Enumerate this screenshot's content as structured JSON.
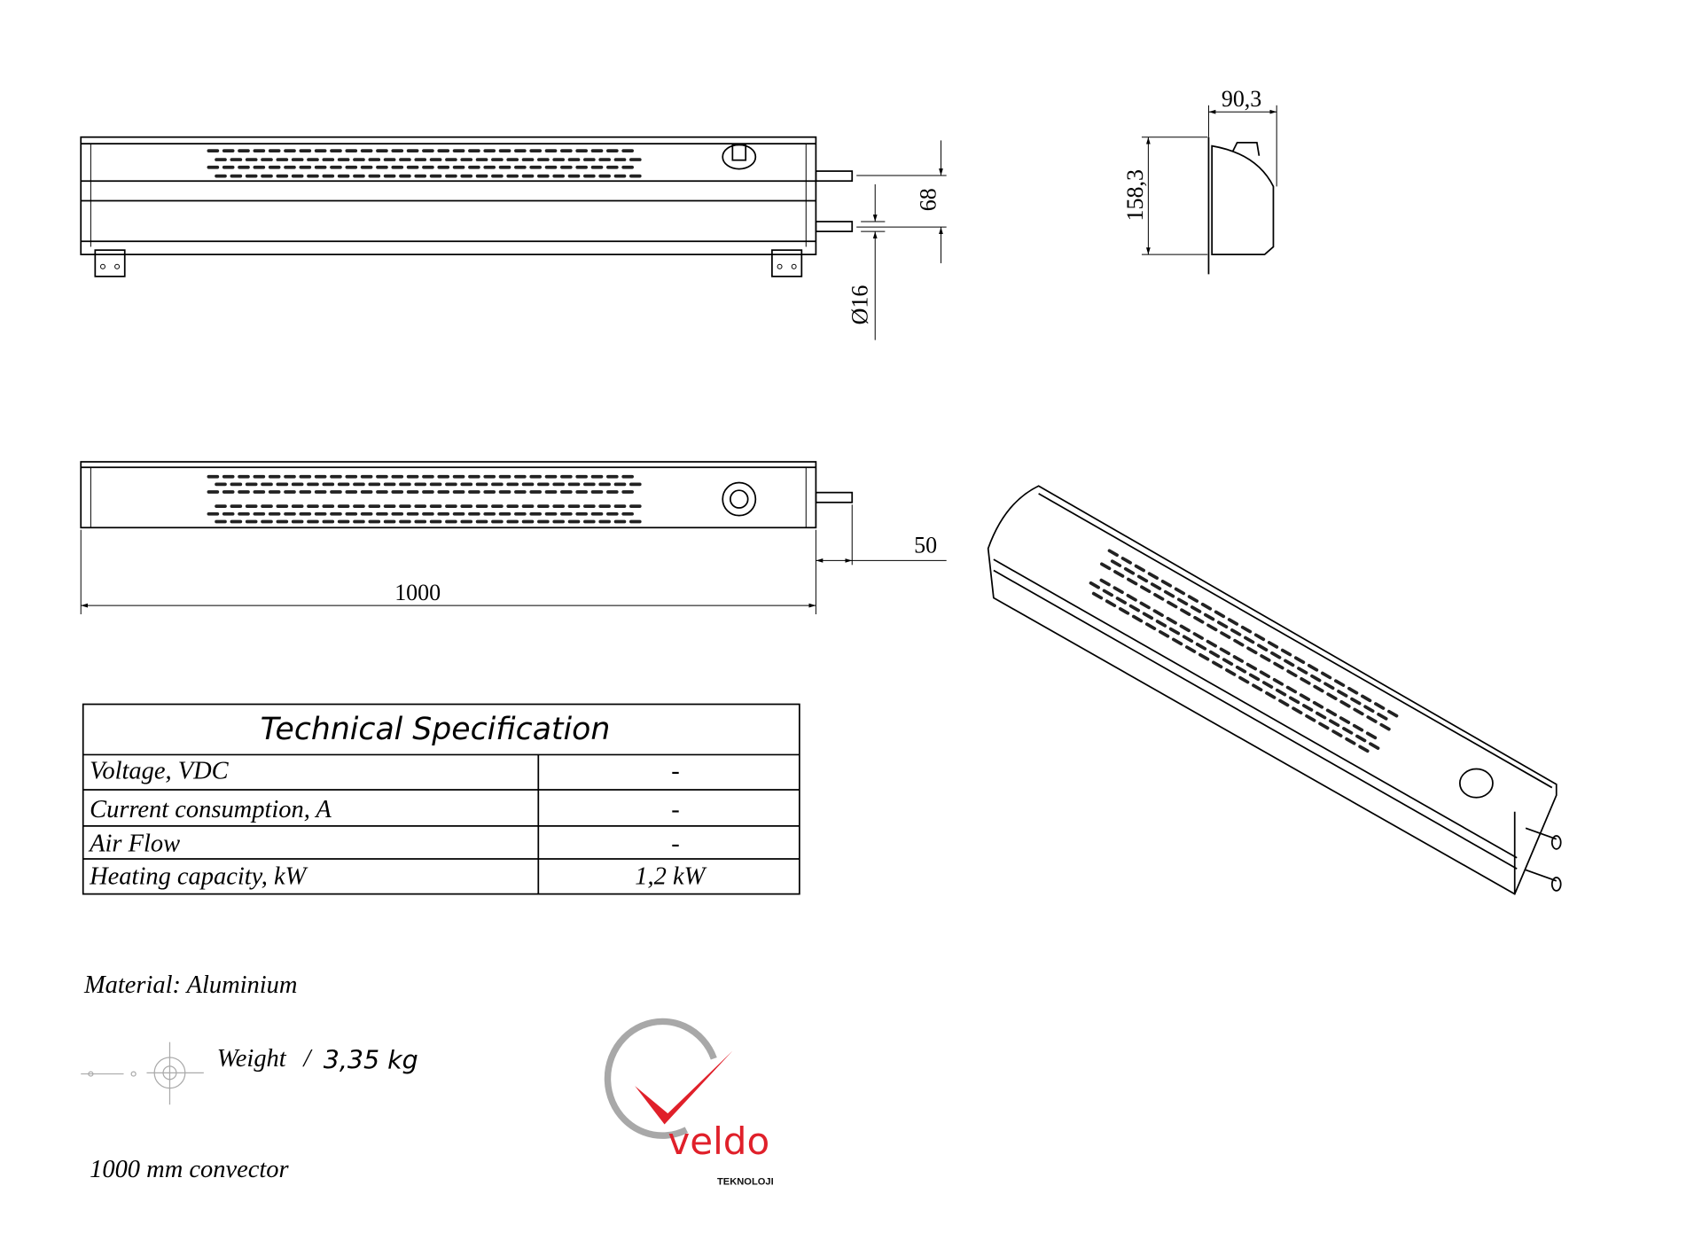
{
  "dimensions": {
    "height_between_pipes": "68",
    "pipe_diameter": "Ø16",
    "depth": "90,3",
    "height": "158,3",
    "length": "1000",
    "pipe_protrusion": "50"
  },
  "spec_table": {
    "title": "Technical Specification",
    "rows": [
      {
        "label": "Voltage, VDC",
        "value": "-"
      },
      {
        "label": "Current consumption, A",
        "value": "-"
      },
      {
        "label": "Air Flow",
        "value": "-"
      },
      {
        "label": "Heating capacity, kW",
        "value": "1,2 kW"
      }
    ]
  },
  "material": "Material: Aluminium",
  "weight": {
    "label": "Weight",
    "separator": "/",
    "value": "3,35 kg"
  },
  "product_name": "1000 mm convector",
  "logo": {
    "brand": "veldo",
    "sub": "TEKNOLOJI",
    "check_color": "#e0202a",
    "ring_color": "#9a9a9a"
  }
}
